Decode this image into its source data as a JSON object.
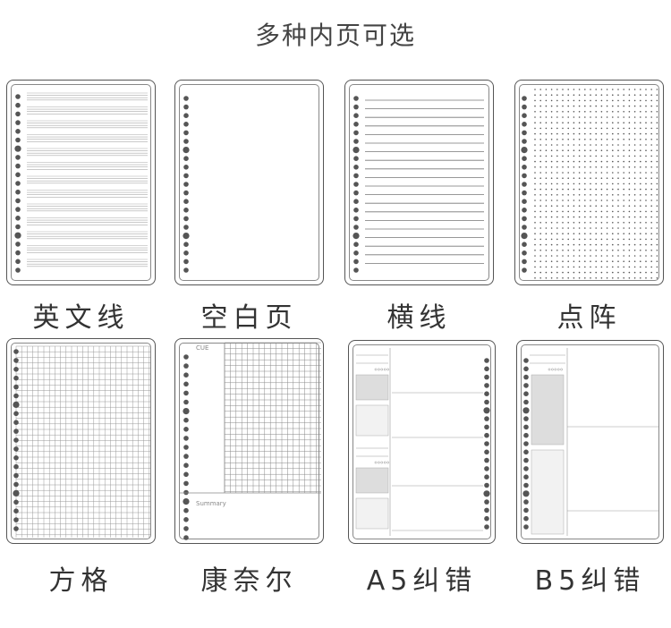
{
  "title": "多种内页可选",
  "pages": [
    {
      "id": "english",
      "label": "英文线"
    },
    {
      "id": "blank",
      "label": "空白页"
    },
    {
      "id": "lined",
      "label": "横线"
    },
    {
      "id": "dot",
      "label": "点阵"
    },
    {
      "id": "grid",
      "label": "方格"
    },
    {
      "id": "cornell",
      "label": "康奈尔",
      "cue_label": "CUE",
      "summary_label": "Summary"
    },
    {
      "id": "a5-mistake",
      "label": "A5纠错"
    },
    {
      "id": "b5-mistake",
      "label": "B5纠错"
    }
  ]
}
